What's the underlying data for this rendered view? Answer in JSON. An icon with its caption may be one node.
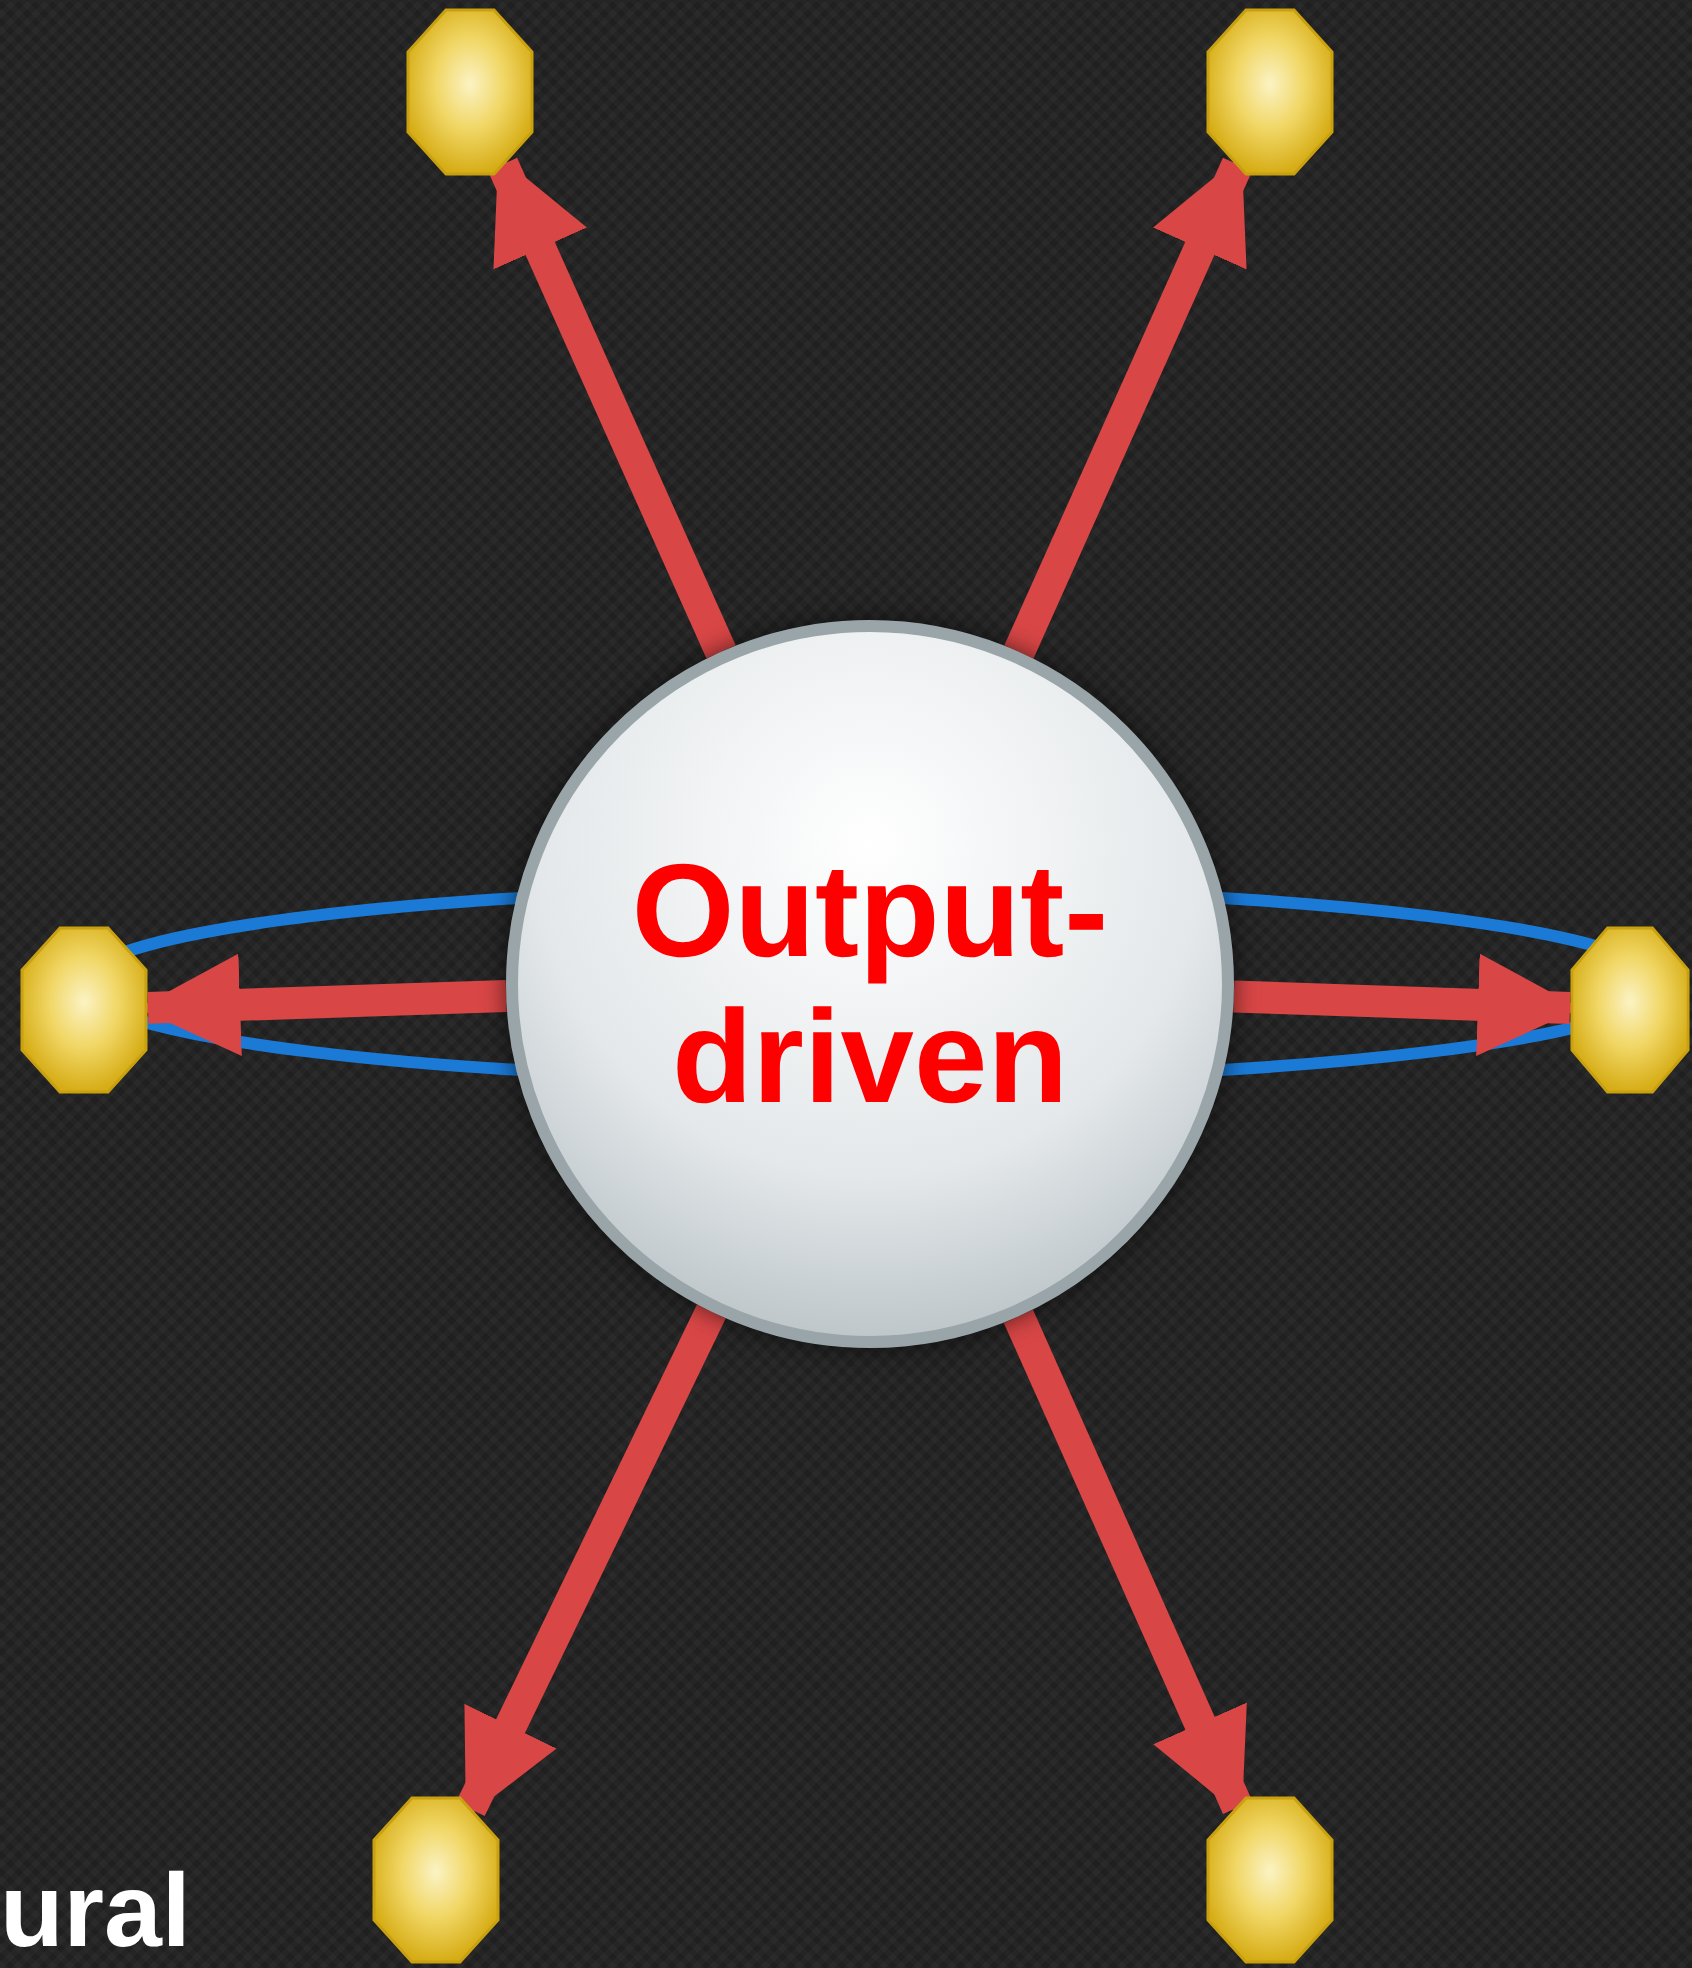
{
  "diagram": {
    "nodes": [
      {
        "text": [
          "Output-driven"
        ]
      },
      {
        "text": [],
        "shape": "octagon"
      },
      {
        "text": [],
        "shape": "octagon"
      },
      {
        "text": [],
        "shape": "octagon"
      },
      {
        "text": [],
        "shape": "octagon"
      },
      {
        "text": [],
        "shape": "octagon"
      },
      {
        "text": [],
        "shape": "octagon"
      }
    ],
    "edges": [
      {
        "from": 0,
        "to": 1,
        "arrow": "to"
      },
      {
        "from": 0,
        "to": 2,
        "arrow": "to"
      },
      {
        "from": 0,
        "to": 3,
        "arrow": "to"
      },
      {
        "from": 0,
        "to": 4,
        "arrow": "to"
      },
      {
        "from": 0,
        "to": 5,
        "arrow": "to"
      },
      {
        "from": 0,
        "to": 6,
        "arrow": "to"
      }
    ],
    "labels": [
      "ural"
    ]
  }
}
